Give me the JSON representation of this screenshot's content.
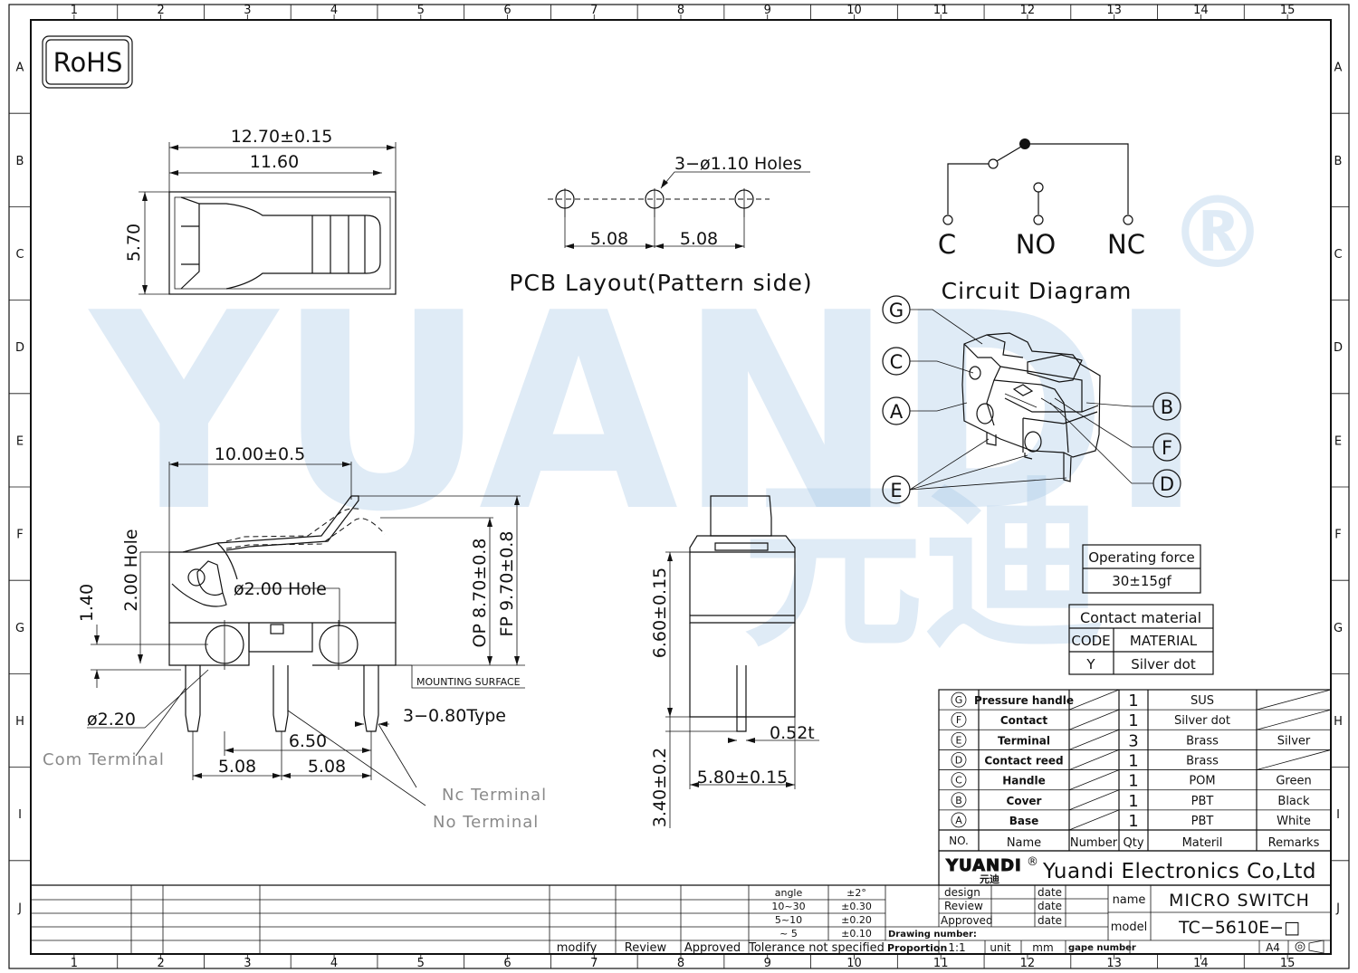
{
  "grid": {
    "cols": [
      "1",
      "2",
      "3",
      "4",
      "5",
      "6",
      "7",
      "8",
      "9",
      "10",
      "11",
      "12",
      "13",
      "14",
      "15"
    ],
    "rows": [
      "A",
      "B",
      "C",
      "D",
      "E",
      "F",
      "G",
      "H",
      "I",
      "J"
    ]
  },
  "rohs": "RoHS",
  "registered_mark": "®",
  "watermark": {
    "latin": "YUANDI",
    "chinese": "元迪"
  },
  "top_view": {
    "dim_overall": "12.70±0.15",
    "dim_inner": "11.60",
    "dim_height": "5.70"
  },
  "pcb_layout": {
    "holes": "3−ø1.10 Holes",
    "pitch_left": "5.08",
    "pitch_right": "5.08",
    "title": "PCB Layout(Pattern side)"
  },
  "circuit": {
    "title": "Circuit Diagram",
    "label_c": "C",
    "label_no": "NO",
    "label_nc": "NC"
  },
  "side_view": {
    "dim_length": "10.00±0.5",
    "hole_dim": "2.00 Hole",
    "hole_dim2": "ø2.00 Hole",
    "dim_140": "1.40",
    "dim_op": "OP 8.70±0.8",
    "dim_fp": "FP 9.70±0.8",
    "mounting": "MOUNTING SURFACE",
    "dim_220": "ø2.20",
    "terminal_type": "3−0.80Type",
    "dim_650": "6.50",
    "pitch_left": "5.08",
    "pitch_right": "5.08",
    "com_terminal": "Com Terminal",
    "nc_terminal": "Nc Terminal",
    "no_terminal": "No Terminal"
  },
  "front_view": {
    "dim_660": "6.60±0.15",
    "dim_340": "3.40±0.2",
    "dim_052": "0.52t",
    "dim_580": "5.80±0.15"
  },
  "iso_callouts": [
    "G",
    "C",
    "A",
    "B",
    "F",
    "D",
    "E"
  ],
  "operating_force": {
    "label": "Operating force",
    "value": "30±15gf"
  },
  "contact_material": {
    "title": "Contact material",
    "headers": [
      "CODE",
      "MATERIAL"
    ],
    "rows": [
      [
        "Y",
        "Silver dot"
      ]
    ]
  },
  "bom": {
    "rows": [
      {
        "no": "G",
        "name": "Pressure handle",
        "qty": "1",
        "material": "SUS",
        "remarks": ""
      },
      {
        "no": "F",
        "name": "Contact",
        "qty": "1",
        "material": "Silver dot",
        "remarks": ""
      },
      {
        "no": "E",
        "name": "Terminal",
        "qty": "3",
        "material": "Brass",
        "remarks": "Silver"
      },
      {
        "no": "D",
        "name": "Contact reed",
        "qty": "1",
        "material": "Brass",
        "remarks": ""
      },
      {
        "no": "C",
        "name": "Handle",
        "qty": "1",
        "material": "POM",
        "remarks": "Green"
      },
      {
        "no": "B",
        "name": "Cover",
        "qty": "1",
        "material": "PBT",
        "remarks": "Black"
      },
      {
        "no": "A",
        "name": "Base",
        "qty": "1",
        "material": "PBT",
        "remarks": "White"
      }
    ],
    "headers": {
      "no": "NO.",
      "name": "Name",
      "number": "Number",
      "qty": "Qty",
      "material": "Materil",
      "remarks": "Remarks"
    }
  },
  "company": {
    "logo": "YUANDI",
    "logo_cn": "元迪",
    "name": "Yuandi Electronics Co,Ltd"
  },
  "title_block": {
    "design": "design",
    "review": "Review",
    "approved": "Approved",
    "date": "date",
    "name_label": "name",
    "name_value": "MICRO SWITCH",
    "model_label": "model",
    "model_value": "TC−5610E−□",
    "drawing_number": "Drawing number:",
    "proportion": "Proportion",
    "scale": "1:1",
    "unit": "unit",
    "unit_value": "mm",
    "gape_number": "gape number",
    "paper": "A4"
  },
  "tolerance": {
    "rows": [
      [
        "angle",
        "±2°"
      ],
      [
        "10~30",
        "±0.30"
      ],
      [
        "5~10",
        "±0.20"
      ],
      [
        "~ 5",
        "±0.10"
      ]
    ],
    "footer": "Tolerance not specified"
  },
  "revision": {
    "modify": "modify",
    "review": "Review",
    "approved": "Approved"
  }
}
